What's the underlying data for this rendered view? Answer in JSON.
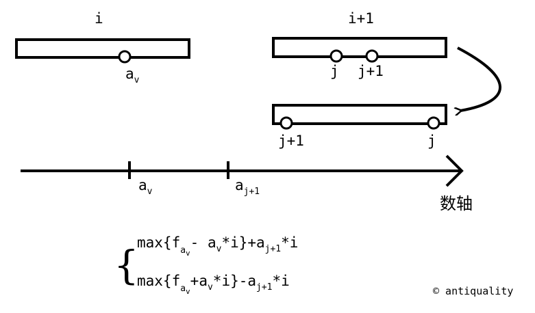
{
  "diagram": {
    "top_left": {
      "block_label": "i",
      "point_base": "a",
      "point_sub": "v"
    },
    "top_right": {
      "block_label": "i+1",
      "point_a": "j",
      "point_b": "j+1"
    },
    "bottom_right": {
      "left_point": "j+1",
      "right_point": "j"
    },
    "axis": {
      "name": "数轴",
      "tick1_base": "a",
      "tick1_sub": "v",
      "tick2_base": "a",
      "tick2_sub": "j+1"
    },
    "formula": {
      "brace": "{",
      "line1": {
        "t1": "max{f",
        "s1": "a",
        "s1sub": "v",
        "t2": "- a",
        "s2": "v",
        "t3": "*i}+a",
        "s3": "j+1",
        "t4": "*i"
      },
      "line2": {
        "t1": "max{f",
        "s1": "a",
        "s1sub": "v",
        "t2": "+a",
        "s2": "v",
        "t3": "*i}-a",
        "s3": "j+1",
        "t4": "*i"
      }
    },
    "watermark": "© antiquality"
  }
}
